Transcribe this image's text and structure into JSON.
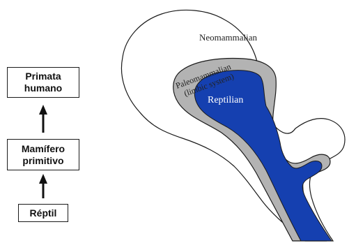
{
  "hierarchy": {
    "top": "Primata\nhumano",
    "middle": "Mamífero\nprimitivo",
    "bottom": "Réptil"
  },
  "brain": {
    "outer_label": "Neomammalian",
    "middle_label_line1": "Paleomammalian",
    "middle_label_line2": "(limbic system)",
    "inner_label": "Reptilian",
    "colors": {
      "outer_fill": "#ffffff",
      "middle_fill": "#b3b3b3",
      "inner_fill": "#1540b0",
      "stroke": "#1a1a1a"
    }
  }
}
